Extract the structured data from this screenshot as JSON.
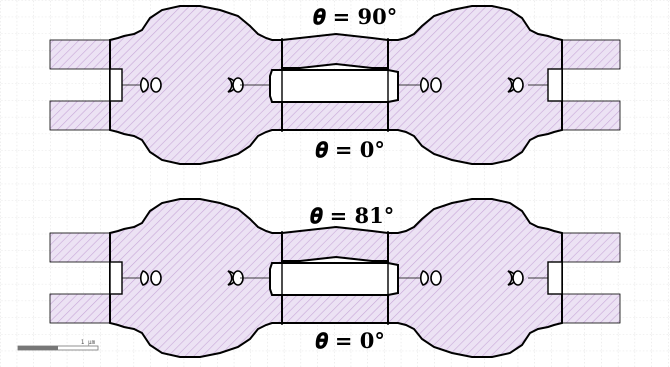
{
  "layout_figure": {
    "devices": [
      {
        "top_label": "𝜽 = 90°",
        "bottom_label": "𝜽 = 0°"
      },
      {
        "top_label": "𝜽 = 81°",
        "bottom_label": "𝜽 = 0°"
      }
    ],
    "scale_bar": {
      "label": "1 µm"
    },
    "colors": {
      "fill": "#ece2f4",
      "hatch": "#c8a8d8",
      "outline": "#000000",
      "grid": "#c8c8c8",
      "scale_bar": "#777777"
    }
  }
}
